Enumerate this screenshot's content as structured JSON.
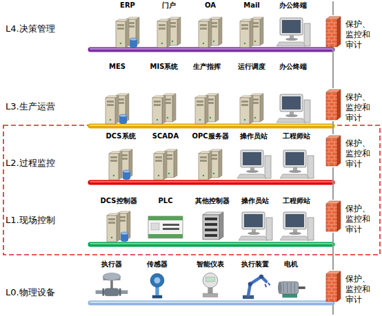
{
  "diagram": {
    "nodes": [
      {
        "text": [
          "ERP"
        ]
      },
      {
        "text": [
          "门户"
        ]
      },
      {
        "text": [
          "OA"
        ]
      },
      {
        "text": [
          "Mail"
        ]
      },
      {
        "text": [
          "办公终端"
        ]
      },
      {
        "text": [
          "保护、监控和审计"
        ]
      },
      {
        "text": [
          "MES"
        ]
      },
      {
        "text": [
          "MIS系统"
        ]
      },
      {
        "text": [
          "生产指挥"
        ]
      },
      {
        "text": [
          "运行调度"
        ]
      },
      {
        "text": [
          "办公终端"
        ]
      },
      {
        "text": [
          "保护、监控和审计"
        ]
      },
      {
        "text": [
          "DCS系统"
        ]
      },
      {
        "text": [
          "SCADA"
        ]
      },
      {
        "text": [
          "OPC服务器"
        ]
      },
      {
        "text": [
          "操作员站"
        ]
      },
      {
        "text": [
          "工程师站"
        ]
      },
      {
        "text": [
          "保护、监控和审计"
        ]
      },
      {
        "text": [
          "DCS控制器"
        ]
      },
      {
        "text": [
          "PLC"
        ]
      },
      {
        "text": [
          "其他控制器"
        ]
      },
      {
        "text": [
          "操作员站"
        ]
      },
      {
        "text": [
          "工程师站"
        ]
      },
      {
        "text": [
          "保护、监控和审计"
        ]
      },
      {
        "text": [
          "执行器"
        ]
      },
      {
        "text": [
          "传感器"
        ]
      },
      {
        "text": [
          "智能仪表"
        ]
      },
      {
        "text": [
          "执行装置"
        ]
      },
      {
        "text": [
          "电机"
        ]
      },
      {
        "text": [
          "保护、监控和审计"
        ]
      }
    ],
    "edges": [
      {
        "from": 5,
        "to": 11,
        "arrow": "none"
      },
      {
        "from": 11,
        "to": 17,
        "arrow": "none"
      },
      {
        "from": 17,
        "to": 23,
        "arrow": "none"
      },
      {
        "from": 23,
        "to": 29,
        "arrow": "none"
      }
    ],
    "labels": [
      "L4.决策管理",
      "L3.生产运营",
      "L2.过程监控",
      "L1.现场控制",
      "L0.物理设备"
    ]
  }
}
